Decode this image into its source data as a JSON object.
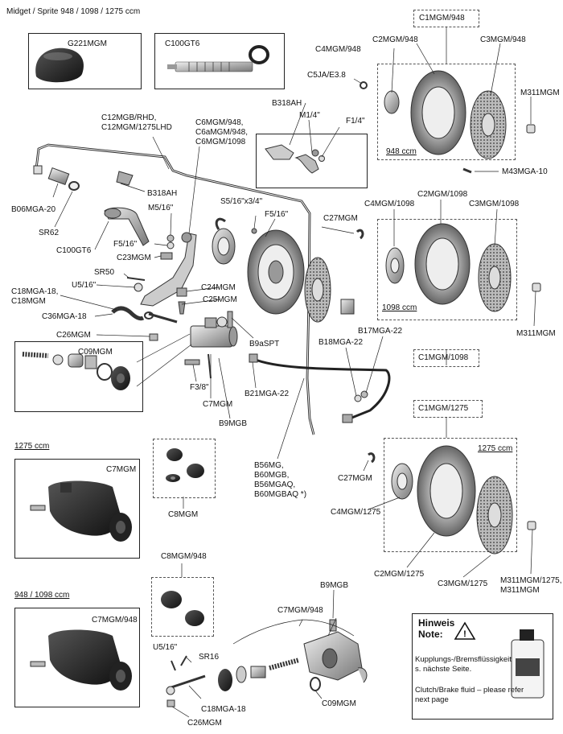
{
  "header": {
    "title": "Midget / Sprite 948 / 1098 / 1275 ccm"
  },
  "sections": {
    "s948": "948 ccm",
    "s1098": "1098 ccm",
    "s1275": "1275 ccm",
    "s1275_box": "1275 ccm",
    "s948_1098": "948 / 1098 ccm"
  },
  "labels": {
    "g221": "G221MGM",
    "c100gt6_box": "C100GT6",
    "c1mgm948": "C1MGM/948",
    "c2mgm948": "C2MGM/948",
    "c3mgm948": "C3MGM/948",
    "c4mgm948": "C4MGM/948",
    "c5ja": "C5JA/E3.8",
    "m311_top": "M311MGM",
    "m43": "M43MGA-10",
    "b318ah_box": "B318AH",
    "m1_4": "M1/4\"",
    "f1_4": "F1/4\"",
    "c12_1": "C12MGB/RHD,",
    "c12_2": "C12MGM/1275LHD",
    "c6_1": "C6MGM/948,",
    "c6_2": "C6aMGM/948,",
    "c6_3": "C6MGM/1098",
    "b318ah": "B318AH",
    "b06": "B06MGA-20",
    "sr62": "SR62",
    "m5_16": "M5/16\"",
    "c100gt6": "C100GT6",
    "f5_16a": "F5/16\"",
    "c23": "C23MGM",
    "sr50": "SR50",
    "u5_16a": "U5/16\"",
    "c18_1": "C18MGA-18,",
    "c18_2": "C18MGM",
    "c36": "C36MGA-18",
    "c26": "C26MGM",
    "c09_box": "C09MGM",
    "s5_16": "S5/16\"x3/4\"",
    "f5_16b": "F5/16\"",
    "c24": "C24MGM",
    "c25": "C25MGM",
    "b9aspt": "B9aSPT",
    "f3_8": "F3/8\"",
    "c7mgm": "C7MGM",
    "b9mgb": "B9MGB",
    "b21": "B21MGA-22",
    "c27a": "C27MGM",
    "c4mgm1098": "C4MGM/1098",
    "c2mgm1098": "C2MGM/1098",
    "c3mgm1098": "C3MGM/1098",
    "m311_mid": "M311MGM",
    "c1mgm1098": "C1MGM/1098",
    "b17": "B17MGA-22",
    "b18": "B18MGA-22",
    "b56_1": "B56MG,",
    "b56_2": "B60MGB,",
    "b56_3": "B56MGAQ,",
    "b56_4": "B60MGBAQ *)",
    "c1mgm1275": "C1MGM/1275",
    "c27b": "C27MGM",
    "c4mgm1275": "C4MGM/1275",
    "c2mgm1275": "C2MGM/1275",
    "c3mgm1275": "C3MGM/1275",
    "m311_bot1": "M311MGM/1275,",
    "m311_bot2": "M311MGM",
    "c7mgm_box": "C7MGM",
    "c8mgm": "C8MGM",
    "c8mgm948": "C8MGM/948",
    "c7mgm948_box": "C7MGM/948",
    "b9mgb_b": "B9MGB",
    "c7mgm948": "C7MGM/948",
    "u5_16b": "U5/16\"",
    "sr16": "SR16",
    "c18mga18": "C18MGA-18",
    "c26mgm_b": "C26MGM",
    "c09mgm_b": "C09MGM"
  },
  "note": {
    "head1": "Hinweis",
    "head2": "Note:",
    "de": [
      "Kupplungs-/Bremsflüssigkeit",
      "s. nächste Seite."
    ],
    "en": [
      "Clutch/Brake fluid – please refer",
      "next page"
    ]
  },
  "icons": {
    "warning": "warning-triangle-icon"
  }
}
